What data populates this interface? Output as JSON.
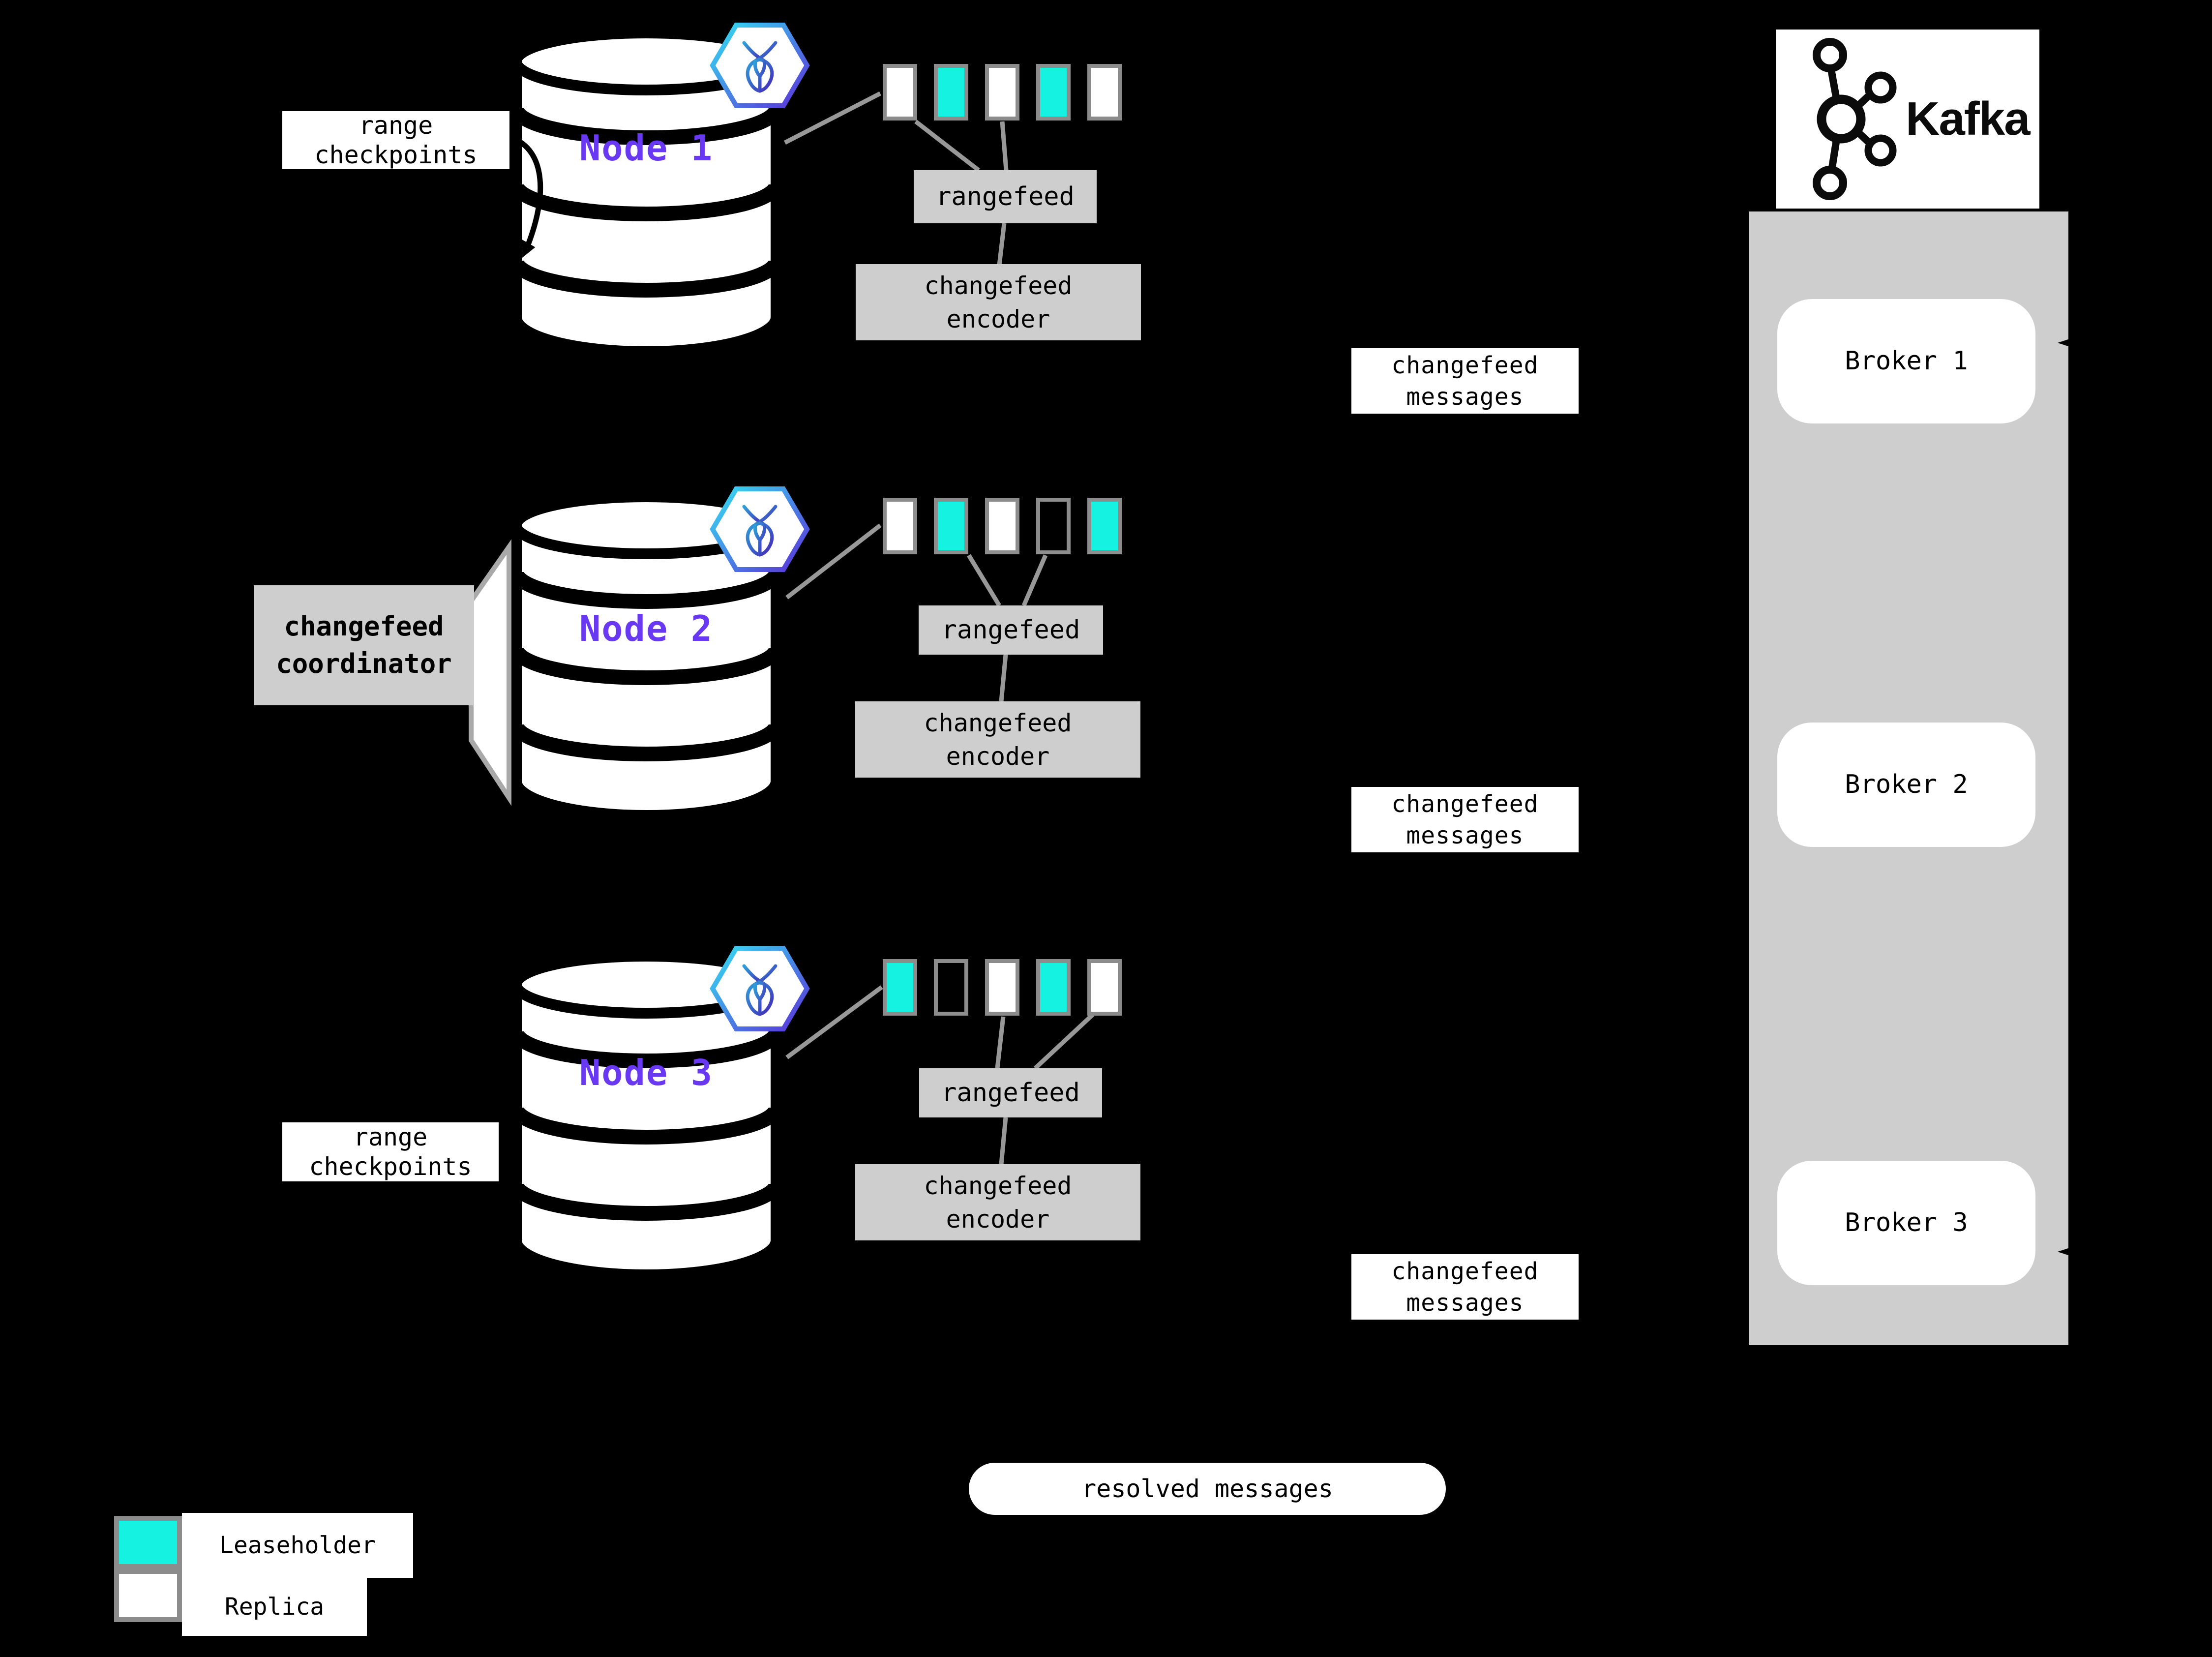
{
  "colors": {
    "background": "#000000",
    "leaseholder": "#16f2e1",
    "replica": "#ffffff",
    "empty": "transparent",
    "box_gray": "#cecece",
    "node_purple": "#6938f2",
    "line_gray": "#989898",
    "block_border": "#8c8c8c"
  },
  "nodes": [
    {
      "name": "Node 1",
      "rangefeed": "rangefeed",
      "encoder": "changefeed\nencoder",
      "ranges": [
        "replica",
        "leaseholder",
        "replica",
        "leaseholder",
        "replica"
      ]
    },
    {
      "name": "Node 2",
      "rangefeed": "rangefeed",
      "encoder": "changefeed\nencoder",
      "ranges": [
        "replica",
        "leaseholder",
        "replica",
        "empty",
        "leaseholder"
      ]
    },
    {
      "name": "Node 3",
      "rangefeed": "rangefeed",
      "encoder": "changefeed\nencoder",
      "ranges": [
        "leaseholder",
        "empty",
        "replica",
        "leaseholder",
        "replica"
      ]
    }
  ],
  "annotations": {
    "range_checkpoints_node1": "range\ncheckpoints",
    "range_checkpoints_node3": "range\ncheckpoints",
    "changefeed_coordinator": "changefeed\ncoordinator",
    "changefeed_messages_1": "changefeed\nmessages",
    "changefeed_messages_2": "changefeed\nmessages",
    "changefeed_messages_3": "changefeed\nmessages",
    "resolved_messages": "resolved messages"
  },
  "kafka": {
    "wordmark": "Kafka",
    "brokers": [
      {
        "label": "Broker 1"
      },
      {
        "label": "Broker 2"
      },
      {
        "label": "Broker 3"
      }
    ]
  },
  "legend": {
    "items": [
      {
        "label": "Leaseholder",
        "type": "leaseholder"
      },
      {
        "label": "Replica",
        "type": "replica"
      }
    ]
  }
}
